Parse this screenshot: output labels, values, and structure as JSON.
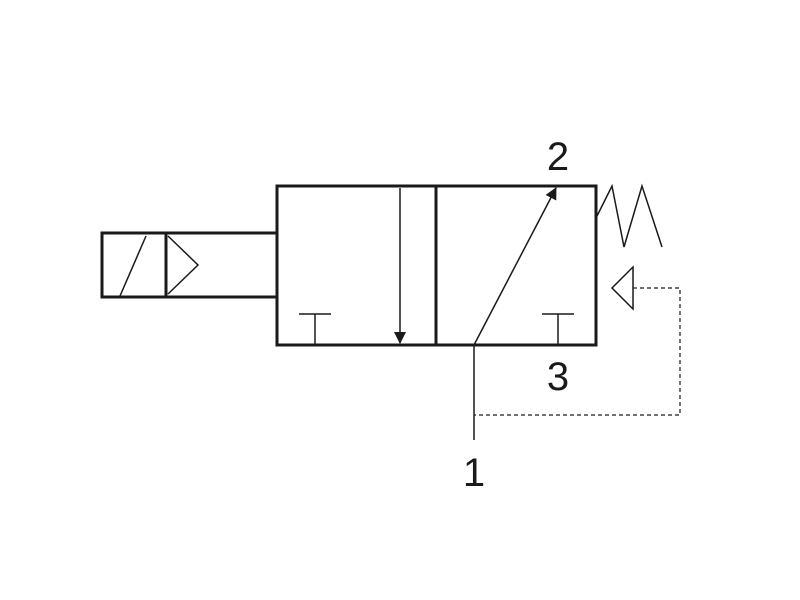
{
  "ports": {
    "outlet": "2",
    "exhaust": "3",
    "inlet": "1"
  },
  "colors": {
    "line": "#1a1a1a",
    "background": "#ffffff"
  },
  "components": [
    "solenoid-actuator-icon",
    "valve-position-left",
    "valve-position-right",
    "return-spring-icon",
    "pilot-pressure-icon"
  ]
}
